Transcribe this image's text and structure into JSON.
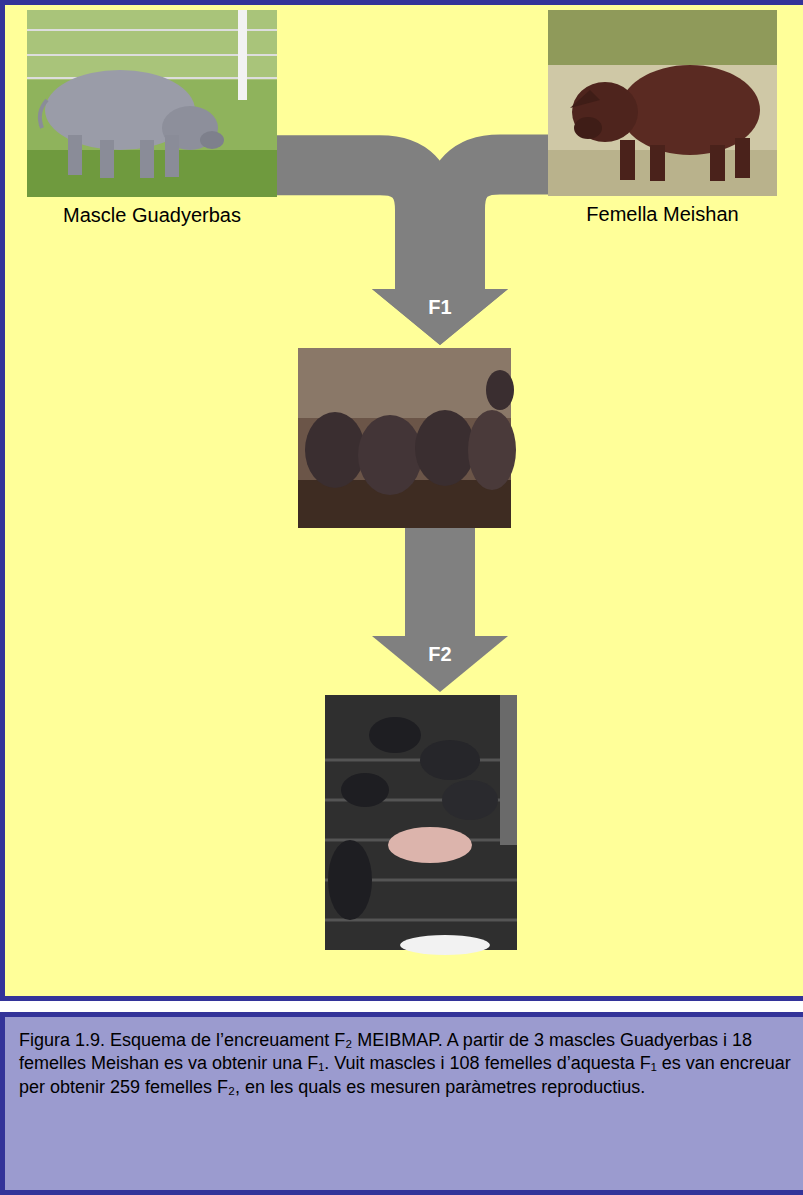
{
  "diagram": {
    "caption": "Figura 1.9. Esquema de l’encreuament F₂ MEIBMAP. A partir de 3 mascles Guadyerbas i 18 femelles Meishan es va obtenir una F₁. Vuit mascles i 108 femelles d’aquesta F₁ es van encreuar per obtenir 259 femelles F₂, en les quals es mesuren paràmetres reproductius.",
    "nodes": [
      {
        "text": [
          "Mascle Guadyerbas"
        ]
      },
      {
        "text": [
          "Femella Meishan"
        ]
      },
      {
        "text": []
      },
      {
        "text": []
      }
    ],
    "edges": [
      {
        "from": 0,
        "to": 2,
        "arrow": "to",
        "label": "F1"
      },
      {
        "from": 1,
        "to": 2,
        "arrow": "to"
      },
      {
        "from": 2,
        "to": 3,
        "arrow": "to",
        "label": "F2"
      }
    ]
  }
}
